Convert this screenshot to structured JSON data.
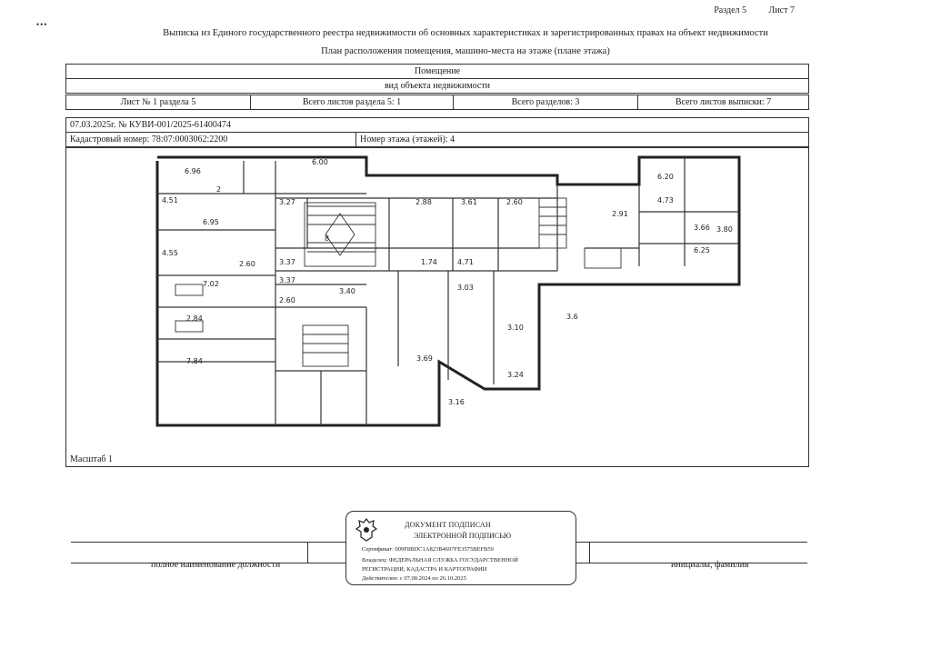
{
  "header": {
    "section": "Раздел 5",
    "sheet": "Лист 7",
    "mark": "•••"
  },
  "title": "Выписка из Единого государственного реестра недвижимости об основных характеристиках и зарегистрированных правах на объект недвижимости",
  "subtitle": "План расположения помещения, машино-места на этаже (плане этажа)",
  "object": {
    "type_label": "Помещение",
    "type_caption": "вид объекта недвижимости"
  },
  "sheet_info": {
    "sheet_of_section": "Лист № 1 раздела 5",
    "total_sheets_section": "Всего листов раздела 5: 1",
    "total_sections": "Всего разделов: 3",
    "total_sheets_extract": "Всего листов выписки: 7"
  },
  "record": {
    "date_number": "07.03.2025г. № КУВИ-001/2025-61400474",
    "cadastral_number": "Кадастровый номер: 78:07:0003062:2200",
    "floor_number": "Номер этажа (этажей): 4"
  },
  "plan": {
    "scale": "Масштаб 1",
    "labels": [
      "6.96",
      "6.00",
      "2",
      "4.51",
      "6.95",
      "4.55",
      "2.60",
      "3.37",
      "3.27",
      "8",
      "3.37",
      "2.60",
      "3.40",
      "2.88",
      "3.61",
      "2.60",
      "1.74",
      "4.71",
      "3.69",
      "3.03",
      "3.24",
      "3.10",
      "6.20",
      "4.73",
      "3.66",
      "6.25",
      "3.80",
      "2.91",
      "3.16",
      "3.6",
      "7.02",
      "2.84",
      "7.84"
    ]
  },
  "signature": {
    "position_label": "полное наименование должности",
    "name_label": "инициалы, фамилия"
  },
  "stamp": {
    "title": "ДОКУМЕНТ ПОДПИСАН",
    "subtitle": "ЭЛЕКТРОННОЙ ПОДПИСЬЮ",
    "certificate": "Сертификат: 009F8BDC1A823B4697FE3575BEFB59",
    "owner": "Владелец: ФЕДЕРАЛЬНАЯ СЛУЖБА ГОСУДАРСТВЕННОЙ",
    "owner2": "РЕГИСТРАЦИИ, КАДАСТРА И КАРТОГРАФИИ",
    "validity": "Действителен: с 07.08.2024 по 26.10.2025"
  }
}
